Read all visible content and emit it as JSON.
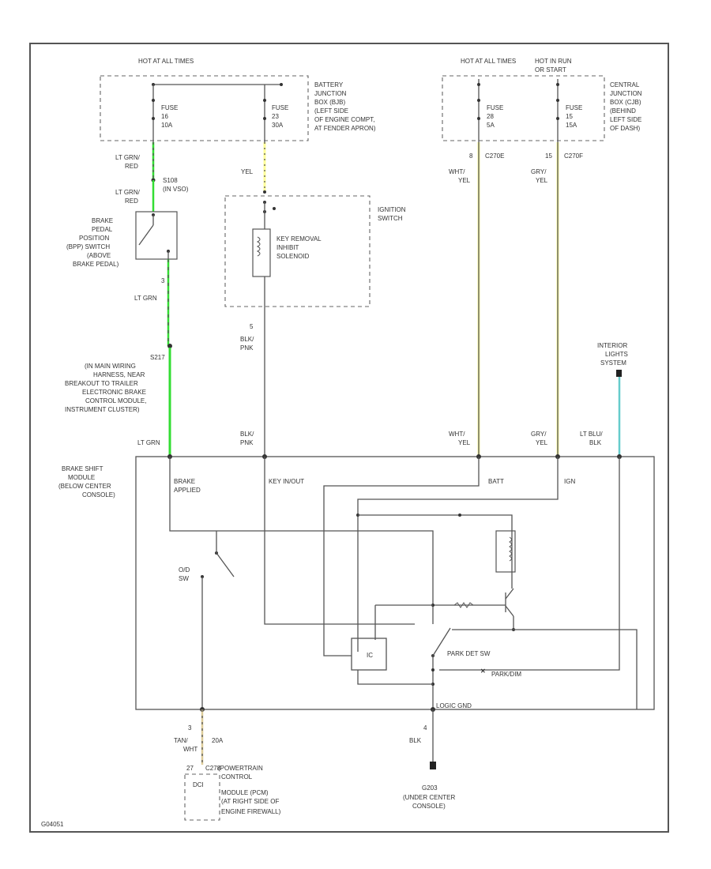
{
  "colors": {
    "lt_grn": "#33dd33",
    "yel": "#ffff99",
    "lt_blu": "#66cccc",
    "tan": "#ddcc99",
    "wire": "#555555"
  },
  "fuse_box_1": {
    "header": "HOT AT ALL TIMES",
    "fuse_a": [
      "FUSE",
      "16",
      "10A"
    ],
    "fuse_b": [
      "FUSE",
      "23",
      "30A"
    ],
    "location": [
      "BATTERY",
      "JUNCTION",
      "BOX (BJB)",
      "(LEFT SIDE",
      "OF ENGINE COMPT,",
      "AT FENDER APRON)"
    ]
  },
  "fuse_box_2": {
    "header_a": "HOT AT ALL TIMES",
    "header_b": [
      "HOT IN RUN",
      "OR START"
    ],
    "fuse_a": [
      "FUSE",
      "28",
      "5A"
    ],
    "fuse_b": [
      "FUSE",
      "15",
      "15A"
    ],
    "location": [
      "CENTRAL",
      "JUNCTION",
      "BOX (CJB)",
      "(BEHIND",
      "LEFT SIDE",
      "OF DASH)"
    ],
    "pin_a": "8",
    "conn_a": "C270E",
    "pin_b": "15",
    "conn_b": "C270F"
  },
  "left_branch": {
    "wire_top": [
      "LT GRN/",
      "RED"
    ],
    "splice": [
      "S108",
      "(IN VSO)"
    ],
    "wire_mid": [
      "LT GRN/",
      "RED"
    ],
    "switch": [
      "BRAKE",
      "PEDAL",
      "POSITION",
      "(BPP) SWITCH",
      "(ABOVE",
      "BRAKE PEDAL)"
    ],
    "pin": "3",
    "wire_low": "LT GRN",
    "splice2": [
      "S217",
      "(IN MAIN WIRING",
      "HARNESS, NEAR",
      "BREAKOUT TO TRAILER",
      "ELECTRONIC BRAKE",
      "CONTROL MODULE,",
      "INSTRUMENT CLUSTER)"
    ],
    "wire_bottom": "LT GRN"
  },
  "ignition": {
    "wire": "YEL",
    "label": [
      "IGNITION",
      "SWITCH"
    ],
    "solenoid": [
      "KEY REMOVAL",
      "INHIBIT",
      "SOLENOID"
    ],
    "pin": "5",
    "wire_out": [
      "BLK/",
      "PNK"
    ],
    "wire_bottom": [
      "BLK/",
      "PNK"
    ]
  },
  "right_wires": {
    "wire_a": [
      "WHT/",
      "YEL"
    ],
    "wire_b": [
      "GRY/",
      "YEL"
    ],
    "wire_a_bottom": [
      "WHT/",
      "YEL"
    ],
    "wire_b_bottom": [
      "GRY/",
      "YEL"
    ]
  },
  "interior": {
    "label": [
      "INTERIOR",
      "LIGHTS",
      "SYSTEM"
    ],
    "wire": [
      "LT BLU/",
      "BLK"
    ]
  },
  "module": {
    "label": [
      "BRAKE SHIFT",
      "MODULE",
      "(BELOW CENTER",
      "CONSOLE)"
    ],
    "brake_applied": [
      "BRAKE",
      "APPLIED"
    ],
    "key_in_out": "KEY IN/OUT",
    "batt": "BATT",
    "ign": "IGN",
    "od_sw": [
      "O/D",
      "SW"
    ],
    "park_det": "PARK DET SW",
    "park_lever": "PARK/DIM",
    "logic_gnd": "LOGIC GND",
    "ic_label": "IC"
  },
  "pcm": {
    "pin": "3",
    "wire": [
      "TAN/",
      "WHT"
    ],
    "wire_size": "20A",
    "conn": [
      "27",
      "C278"
    ],
    "dci": "DCI",
    "label": [
      "(POWERTRAIN",
      "CONTROL",
      "MODULE (PCM)",
      "(AT RIGHT SIDE OF",
      "ENGINE FIREWALL)"
    ]
  },
  "ground": {
    "pin": "4",
    "wire": "BLK",
    "id": "G203",
    "label": [
      "(UNDER CENTER",
      "CONSOLE)"
    ]
  },
  "footer": "G04051"
}
